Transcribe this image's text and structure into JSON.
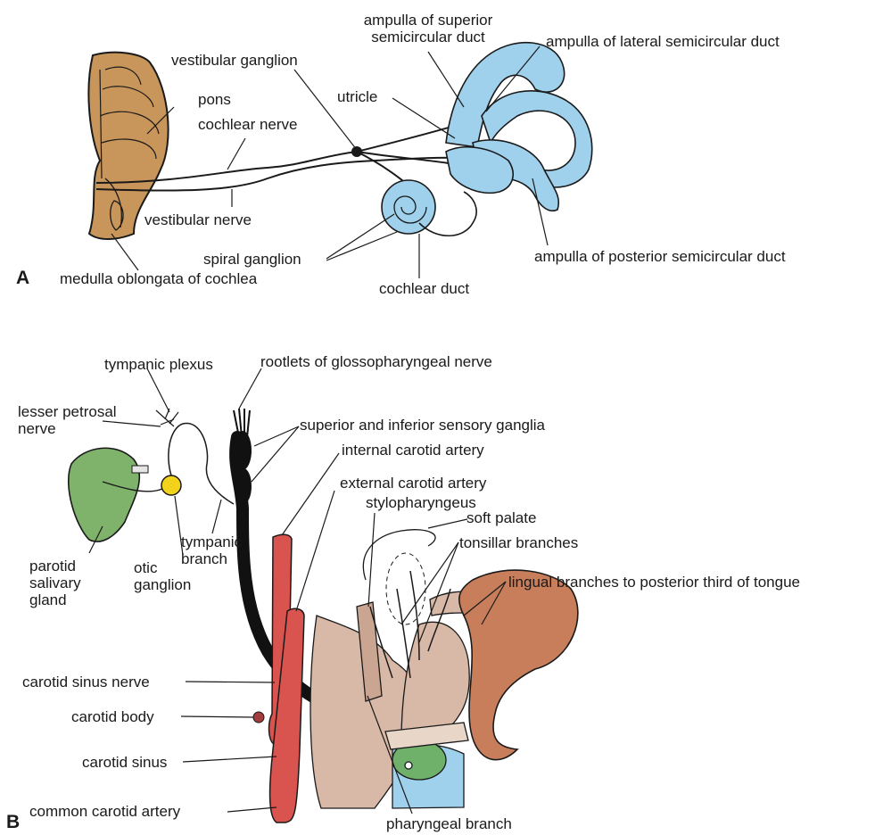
{
  "panel_a": {
    "letter": "A",
    "labels": {
      "ampulla_superior": "ampulla of superior semicircular duct",
      "ampulla_lateral": "ampulla of lateral semicircular duct",
      "vestibular_ganglion": "vestibular ganglion",
      "pons": "pons",
      "cochlear_nerve": "cochlear nerve",
      "utricle": "utricle",
      "vestibular_nerve": "vestibular nerve",
      "spiral_ganglion": "spiral ganglion",
      "medulla": "medulla oblongata of cochlea",
      "cochlear_duct": "cochlear duct",
      "ampulla_posterior": "ampulla of posterior semicircular duct"
    }
  },
  "panel_b": {
    "letter": "B",
    "labels": {
      "tympanic_plexus": "tympanic plexus",
      "rootlets": "rootlets of glossopharyngeal nerve",
      "lesser_petrosal": "lesser petrosal nerve",
      "sensory_ganglia": "superior and inferior sensory ganglia",
      "internal_carotid": "internal carotid artery",
      "external_carotid": "external carotid artery",
      "stylopharyngeus": "stylopharyngeus",
      "soft_palate": "soft palate",
      "tonsillar": "tonsillar branches",
      "tympanic_branch": "tympanic branch",
      "otic_ganglion": "otic ganglion",
      "parotid": "parotid salivary gland",
      "lingual": "lingual branches to posterior third of tongue",
      "carotid_sinus_nerve": "carotid sinus nerve",
      "carotid_body": "carotid body",
      "carotid_sinus": "carotid sinus",
      "common_carotid": "common carotid artery",
      "pharyngeal": "pharyngeal branch"
    }
  },
  "colors": {
    "brainstem": "#c8955a",
    "labyrinth": "#9fd0ec",
    "artery": "#d9534f",
    "nerve": "#111111",
    "gland": "#7fb26a",
    "ganglion": "#f2d21a",
    "tongue": "#c87e5b",
    "muscle": "#d8b8a6",
    "cartilage_green": "#6fb06b",
    "cartilage_blue": "#9fd0ec"
  }
}
